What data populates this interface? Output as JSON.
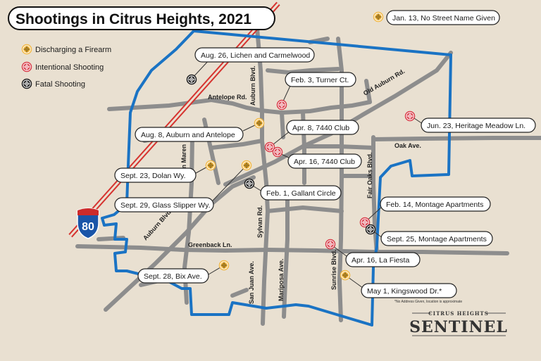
{
  "title": "Shootings in Citrus Heights, 2021",
  "legend": [
    {
      "type": "discharging",
      "label": "Discharging a Firearm"
    },
    {
      "type": "intentional",
      "label": "Intentional Shooting"
    },
    {
      "type": "fatal",
      "label": "Fatal Shooting"
    }
  ],
  "roads": {
    "antelope": "Antelope Rd.",
    "auburn_n": "Auburn Blvd.",
    "auburn_sw": "Auburn Blvd.",
    "old_auburn": "Old Auburn Rd.",
    "oak": "Oak Ave.",
    "van_maren": "Van Maren",
    "sylvan": "Sylvan Rd.",
    "fair_oaks": "Fair Oaks Blvd.",
    "greenback": "Greenback Ln.",
    "san_juan": "San Juan Ave.",
    "mariposa": "Mariposa Ave.",
    "sunrise": "Sunrise Blvd.",
    "interstate": "80"
  },
  "incidents": [
    {
      "id": "jan13",
      "type": "discharging",
      "label": "Jan. 13, No Street Name Given"
    },
    {
      "id": "aug26",
      "type": "fatal",
      "label": "Aug. 26, Lichen and Carmelwood"
    },
    {
      "id": "feb3",
      "type": "intentional",
      "label": "Feb. 3, Turner Ct."
    },
    {
      "id": "jun23",
      "type": "intentional",
      "label": "Jun. 23, Heritage Meadow Ln."
    },
    {
      "id": "aug8",
      "type": "discharging",
      "label": "Aug. 8, Auburn and Antelope"
    },
    {
      "id": "apr8",
      "type": "intentional",
      "label": "Apr. 8, 7440 Club"
    },
    {
      "id": "apr16club",
      "type": "intentional",
      "label": "Apr. 16, 7440 Club"
    },
    {
      "id": "sep23",
      "type": "discharging",
      "label": "Sept. 23, Dolan Wy."
    },
    {
      "id": "sep29",
      "type": "discharging",
      "label": "Sept. 29, Glass Slipper Wy."
    },
    {
      "id": "feb1",
      "type": "fatal",
      "label": "Feb. 1, Gallant Circle"
    },
    {
      "id": "feb14",
      "type": "intentional",
      "label": "Feb. 14, Montage Apartments"
    },
    {
      "id": "sep25",
      "type": "fatal",
      "label": "Sept. 25, Montage Apartments"
    },
    {
      "id": "apr16fiesta",
      "type": "intentional",
      "label": "Apr. 16, La Fiesta"
    },
    {
      "id": "may1",
      "type": "discharging",
      "label": "May 1, Kingswood Dr.*"
    },
    {
      "id": "sep28",
      "type": "discharging",
      "label": "Sept. 28, Bix Ave."
    }
  ],
  "footnote": "*No Address Given, location is approximate",
  "brand": {
    "small": "CITRUS HEIGHTS",
    "name": "SENTINEL"
  },
  "colors": {
    "background": "#e9e0d1",
    "road": "#8d8d8d",
    "boundary": "#1a73c4",
    "rail": "#d6332f",
    "discharging": "#f3b945",
    "intentional": "#d93d4a",
    "fatal": "#1a1a1a"
  }
}
